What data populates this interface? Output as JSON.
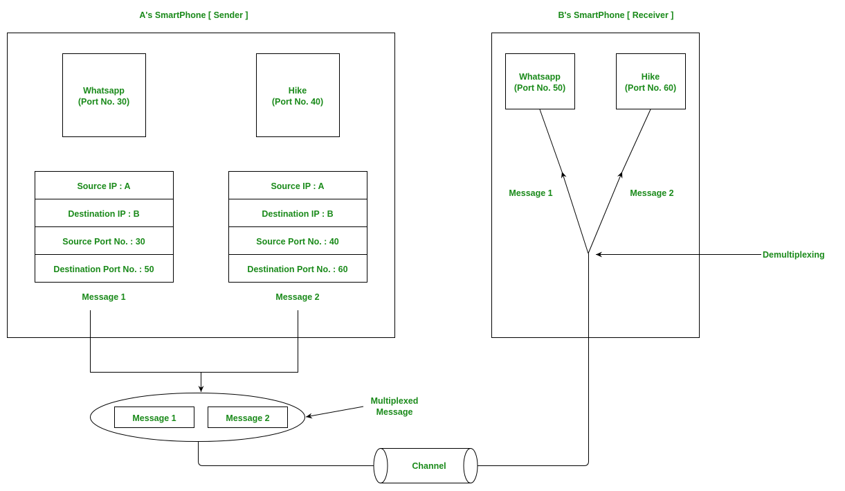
{
  "diagram": {
    "text_color": "#1a8a1a",
    "sender": {
      "title": "A's SmartPhone [ Sender ]",
      "apps": [
        {
          "name": "Whatsapp",
          "port": "(Port No. 30)"
        },
        {
          "name": "Hike",
          "port": "(Port No. 40)"
        }
      ],
      "packets": [
        {
          "fields": [
            "Source IP : A",
            "Destination IP : B",
            "Source Port No. : 30",
            "Destination Port No. : 50"
          ],
          "label": "Message 1"
        },
        {
          "fields": [
            "Source IP : A",
            "Destination IP : B",
            "Source Port No. : 40",
            "Destination Port No. : 60"
          ],
          "label": "Message 2"
        }
      ]
    },
    "multiplexed": {
      "items": [
        "Message 1",
        "Message 2"
      ],
      "label_line1": "Multiplexed",
      "label_line2": "Message"
    },
    "channel": {
      "label": "Channel"
    },
    "receiver": {
      "title": "B's SmartPhone [ Receiver ]",
      "apps": [
        {
          "name": "Whatsapp",
          "port": "(Port No. 50)"
        },
        {
          "name": "Hike",
          "port": "(Port No. 60)"
        }
      ],
      "message_labels": [
        "Message 1",
        "Message 2"
      ],
      "demux_label": "Demultiplexing"
    }
  }
}
